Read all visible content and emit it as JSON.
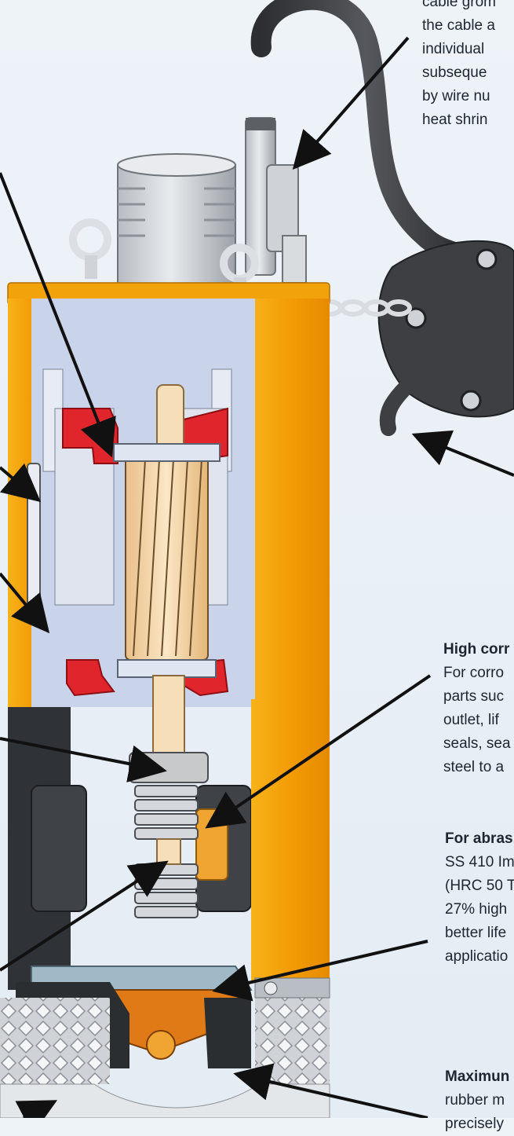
{
  "callouts": {
    "cable": {
      "lines": [
        "cable grom",
        "the cable a",
        "individual",
        "subseque",
        "by wire nu",
        "heat shrin"
      ]
    },
    "corrosion": {
      "title": "High corr",
      "lines": [
        "For corro",
        "parts suc",
        "outlet, lif",
        "seals, sea",
        "steel to a"
      ]
    },
    "abrasion": {
      "title": "For abras",
      "lines": [
        "SS 410 Im",
        "(HRC 50 T",
        "27% high",
        "better life",
        "applicatio"
      ]
    },
    "maximum": {
      "title": "Maximun",
      "lines": [
        "rubber m",
        "precisely"
      ]
    }
  },
  "colors": {
    "housing_orange": "#f2a20a",
    "motor_red": "#e0262c",
    "rotor_tan": "#f4d6a8",
    "cable_dark": "#3b3d40",
    "interior_blue": "#c9d3ea",
    "arrow": "#111111"
  }
}
